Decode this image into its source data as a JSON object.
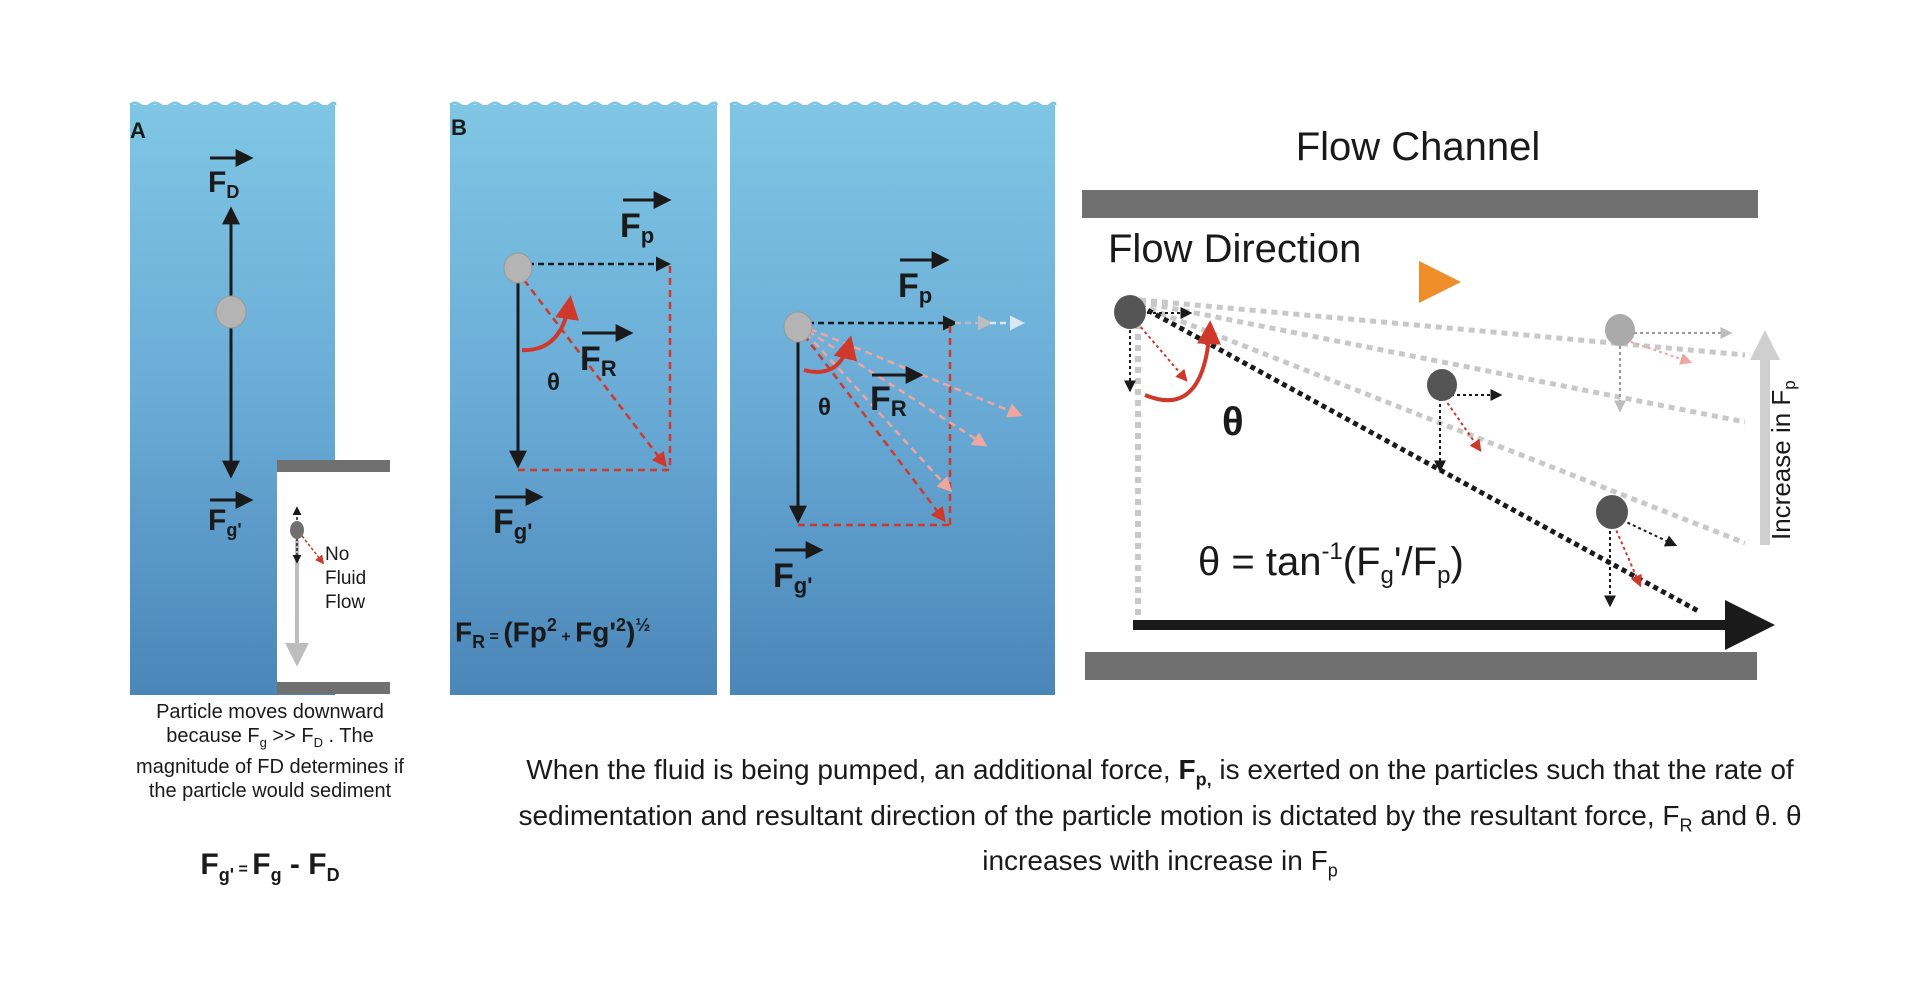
{
  "panel_a": {
    "label": "A",
    "force_d": "F",
    "force_d_sub": "D",
    "force_g": "F",
    "force_g_sub": "g'",
    "inset_label": [
      "No",
      "Fluid",
      "Flow"
    ],
    "caption_parts": [
      "Particle moves downward because F",
      "g",
      " >> F",
      "D",
      " . The magnitude of FD determines if the particle would sediment"
    ],
    "equation_parts": [
      "F",
      "g'",
      " = ",
      "F",
      "g",
      " - ",
      "F",
      "D"
    ]
  },
  "panel_b": {
    "label": "B",
    "force_p": "F",
    "force_p_sub": "p",
    "force_r": "F",
    "force_r_sub": "R",
    "force_g": "F",
    "force_g_sub": "g'",
    "theta": "θ",
    "equation_parts": [
      "F",
      "R",
      " = ",
      "(Fp",
      "2",
      " + ",
      "Fg'",
      "2",
      ")",
      "½"
    ]
  },
  "channel": {
    "title": "Flow Channel",
    "flow_direction": "Flow Direction",
    "theta": "θ",
    "equation_parts": [
      "θ = tan",
      "-1",
      "(F",
      "g",
      "'/F",
      "p",
      ")"
    ],
    "increase_label": "Increase in F",
    "increase_sub": "p"
  },
  "caption_b_parts": [
    "When the fluid is being pumped, an additional force, ",
    "F",
    "p,",
    " is exerted on the particles such that the rate of sedimentation and resultant direction of the particle motion is dictated by the resultant force, F",
    "R",
    " and θ. θ increases with increase in F",
    "p"
  ],
  "colors": {
    "water_top": "#7fc6e4",
    "water_bottom": "#4a88ba",
    "wall": "#707070",
    "arrow_dark": "#1a1a1a",
    "arrow_red": "#d0382b",
    "arrow_orange": "#f0922b",
    "particle": "#b4b4b4",
    "particle_dark": "#555555"
  }
}
